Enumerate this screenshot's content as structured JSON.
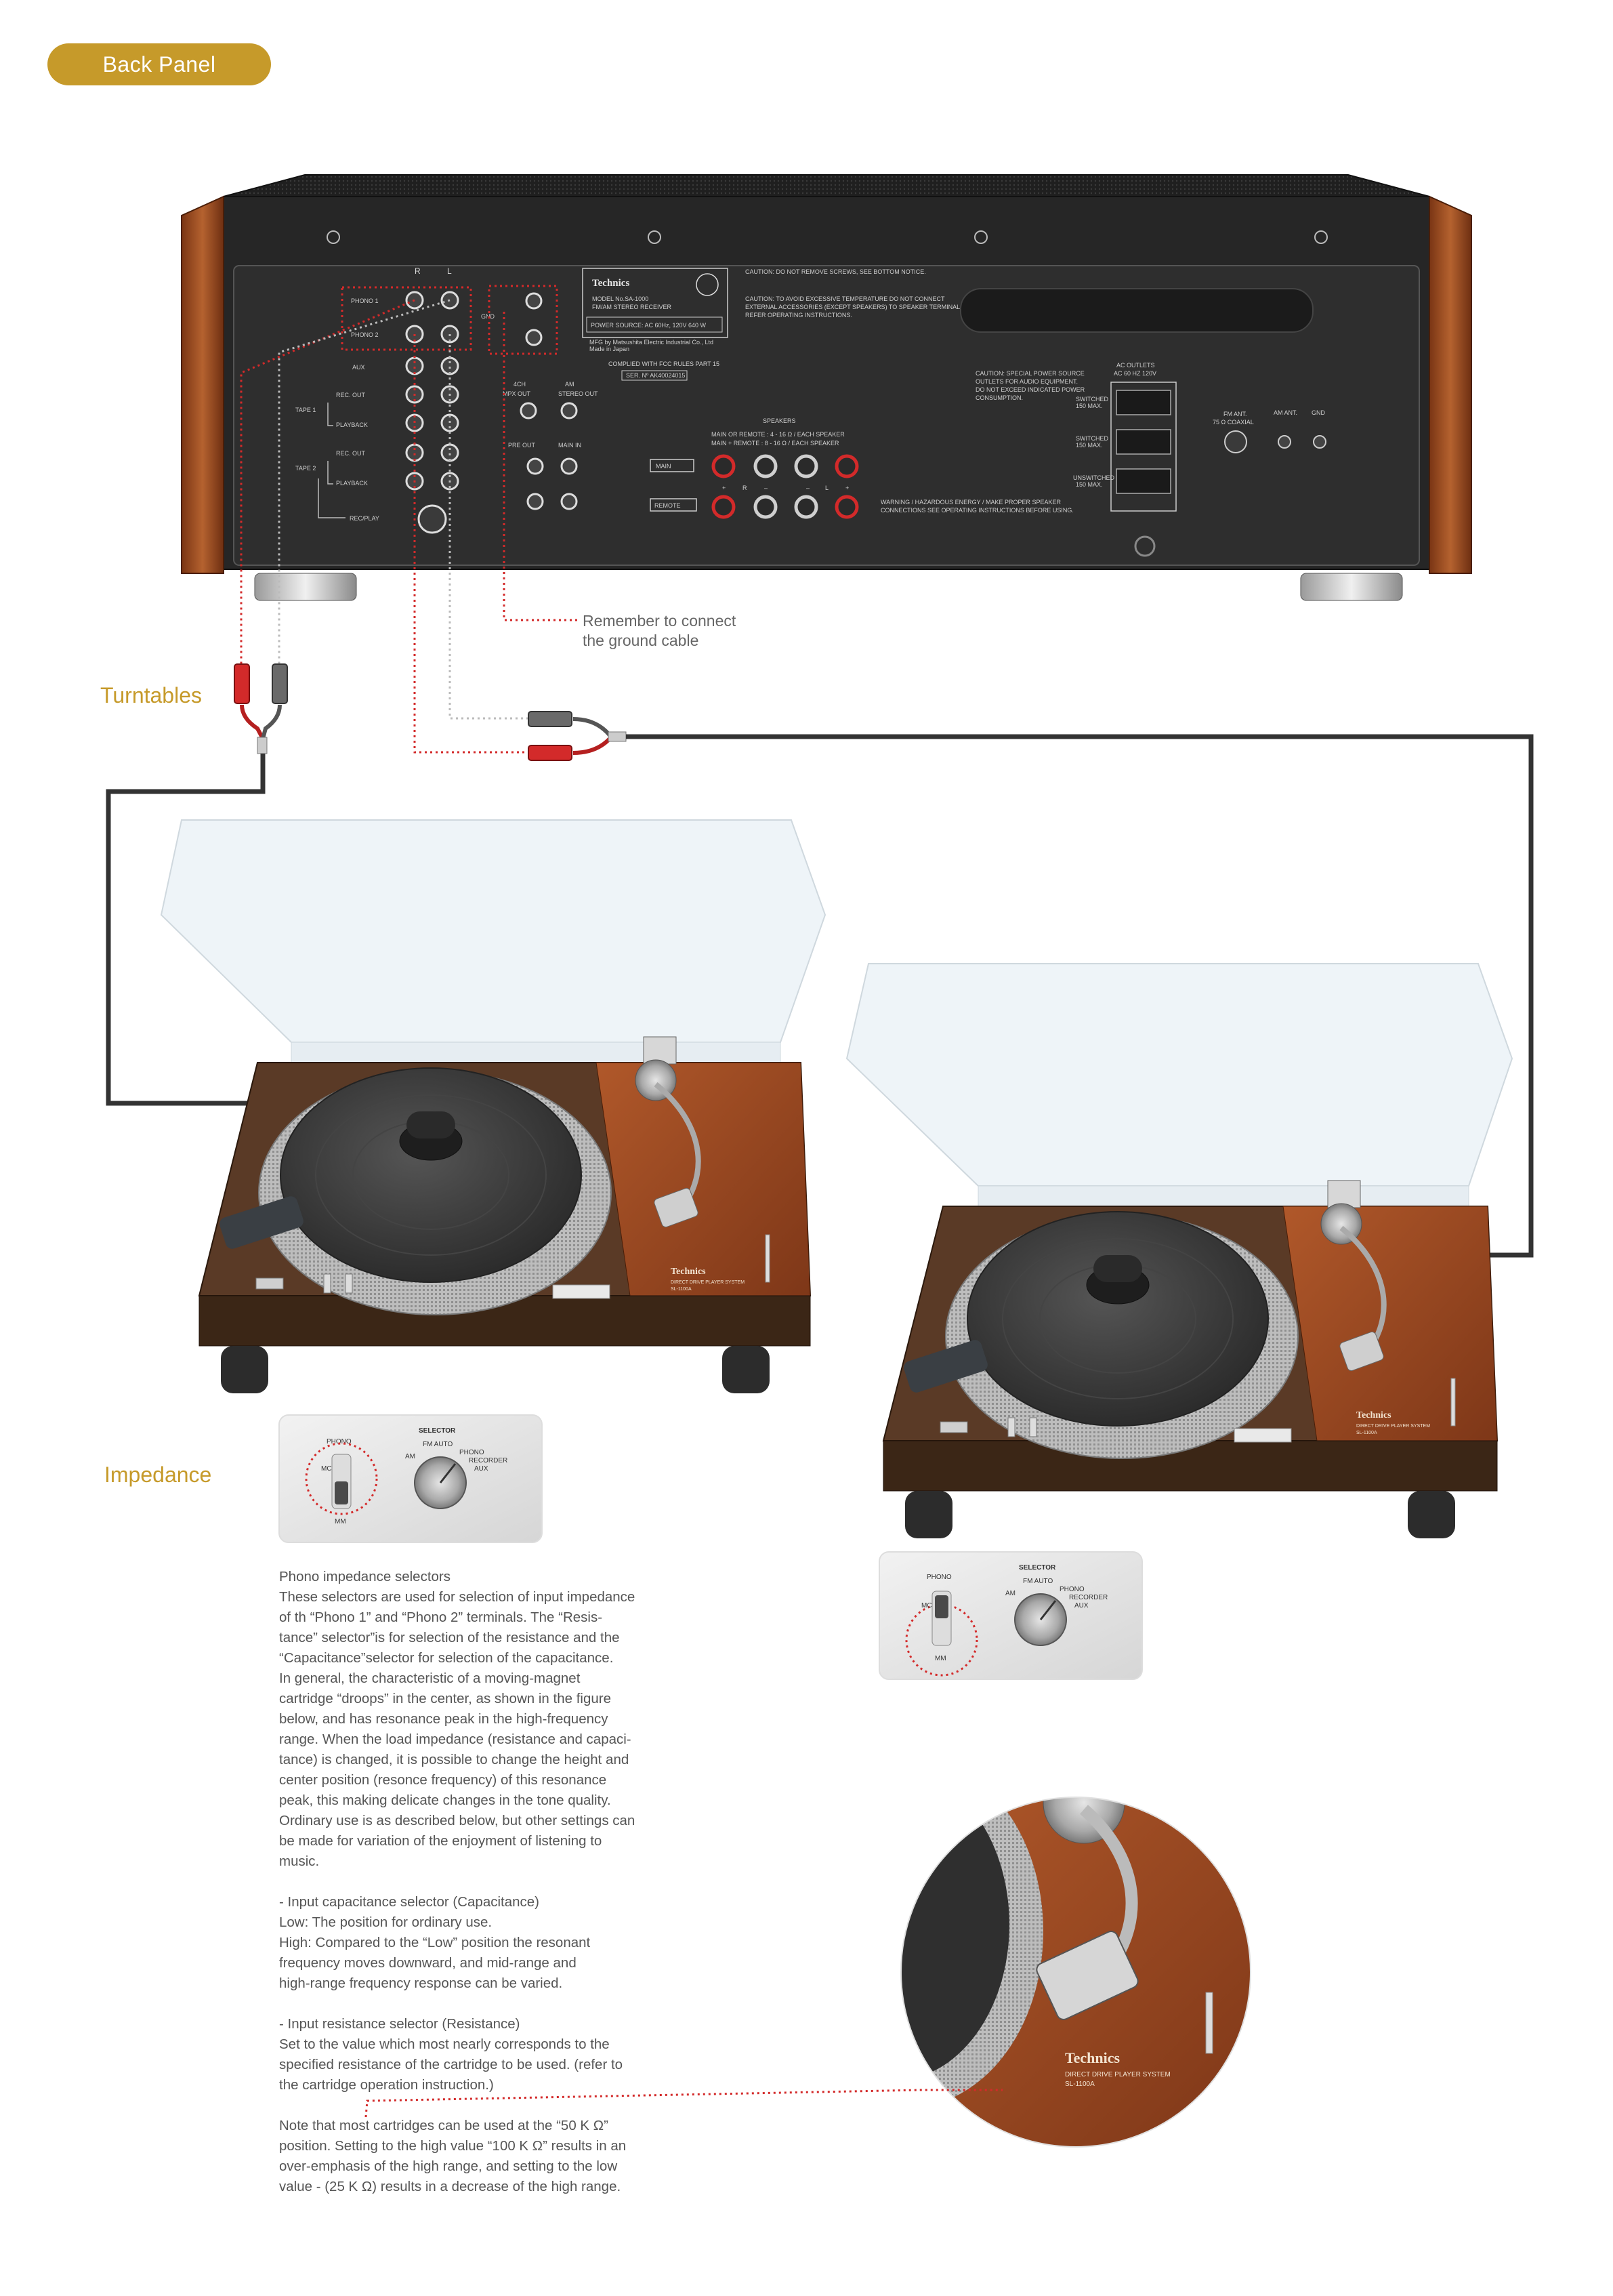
{
  "header": {
    "title": "Back Panel"
  },
  "labels": {
    "turntables": "Turntables",
    "impedance": "Impedance",
    "ground_note_line1": "Remember to connect",
    "ground_note_line2": "the ground cable"
  },
  "receiver": {
    "brand": "Technics",
    "model_line1": "MODEL No.SA-1000",
    "model_line2": "FM/AM STEREO RECEIVER",
    "power": "POWER SOURCE: AC 60Hz, 120V 640 W",
    "maker_line1": "MFG by Matsushita Electric Industrial Co., Ltd",
    "maker_line2": "Made in Japan",
    "fcc": "COMPLIED WITH FCC RULES PART 15",
    "serial": "SER. Nº AK40024015",
    "caution_top": "CAUTION: DO NOT REMOVE SCREWS, SEE BOTTOM NOTICE.",
    "caution_temp_1": "CAUTION: TO AVOID EXCESSIVE TEMPERATURE DO NOT CONNECT",
    "caution_temp_2": "EXTERNAL ACCESSORIES (EXCEPT SPEAKERS) TO SPEAKER TERMINALS",
    "caution_temp_3": "REFER OPERATING INSTRUCTIONS.",
    "caution_power_1": "CAUTION: SPECIAL POWER SOURCE",
    "caution_power_2": "OUTLETS FOR AUDIO EQUIPMENT.",
    "caution_power_3": "DO NOT EXCEED INDICATED POWER",
    "caution_power_4": "CONSUMPTION.",
    "warning_1": "WARNING / HAZARDOUS ENERGY / MAKE PROPER SPEAKER",
    "warning_2": "CONNECTIONS SEE OPERATING INSTRUCTIONS BEFORE USING.",
    "jacks": {
      "r": "R",
      "l": "L",
      "phono1": "PHONO 1",
      "phono2": "PHONO 2",
      "gnd": "GND",
      "aux": "AUX",
      "rec_out": "REC. OUT",
      "tape1": "TAPE 1",
      "playback": "PLAYBACK",
      "tape2": "TAPE 2",
      "rec_play": "REC/PLAY",
      "ch4": "4CH",
      "mpx_out": "MPX OUT",
      "am": "AM",
      "stereo_out": "STEREO OUT",
      "pre_out": "PRE OUT",
      "main_in": "MAIN IN",
      "speakers": "SPEAKERS",
      "spk_line1": "MAIN OR REMOTE : 4 - 16 Ω / EACH SPEAKER",
      "spk_line2": "MAIN + REMOTE : 8 - 16 Ω / EACH SPEAKER",
      "main": "MAIN",
      "remote": "REMOTE",
      "plus": "+",
      "r_mark": "R",
      "l_mark": "L",
      "minus": "–",
      "ac_outlets": "AC OUTLETS",
      "ac_rating": "AC 60 HZ 120V",
      "switched": "SWITCHED",
      "switched_rating": "150 MAX.",
      "unswitched": "UNSWITCHED",
      "fm_ant": "FM ANT.",
      "coaxial": "75 Ω COAXIAL",
      "am_ant": "AM ANT.",
      "gnd_small": "GND"
    }
  },
  "turntable": {
    "brand": "Technics",
    "subtitle": "DIRECT DRIVE PLAYER SYSTEM",
    "model": "SL-1100A"
  },
  "selector_panel": {
    "phono": "PHONO",
    "selector": "SELECTOR",
    "mc": "MC",
    "mm": "MM",
    "fm_auto": "FM AUTO",
    "am": "AM",
    "phono_pos": "PHONO",
    "recorder": "RECORDER",
    "aux": "AUX"
  },
  "body": {
    "p1": "Phono impedance selectors\nThese selectors are used for selection of input impedance\nof th “Phono 1” and “Phono 2” terminals. The “Resis-\ntance” selector”is for selection of the resistance and the\n“Capacitance”selector for selection of the capacitance.\nIn general, the characteristic of a moving-magnet\ncartridge “droops” in the  center, as shown in the figure\nbelow, and has resonance peak in the high-frequency\nrange. When the load impedance (resistance and capaci-\ntance) is changed, it is possible to change the height and\ncenter position (resonce frequency) of this resonance\npeak, this making delicate changes in the tone quality.\nOrdinary use is as described below, but other settings can\nbe made for variation of the enjoyment of listening to\nmusic.",
    "p2": "- Input capacitance selector (Capacitance)\nLow: The position for ordinary use.\nHigh: Compared to the “Low” position the resonant\nfrequency moves downward, and mid-range and\nhigh-range frequency response can be varied.",
    "p3": "- Input resistance selector (Resistance)\nSet to the value which most nearly corresponds to the\nspecified resistance of the cartridge to be used. (refer to\nthe cartridge operation instruction.)",
    "p4": "Note that most cartridges can be used at the “50 K Ω”\nposition. Setting to the high value “100 K Ω” results in an\nover-emphasis of the high range, and setting to the low\nvalue - (25 K Ω) results in a decrease of the high range."
  },
  "colors": {
    "accent": "#c69a2a",
    "red_dotted": "#d32a2a",
    "panel": "#2b2b2b",
    "wood": "#9a4a22"
  }
}
